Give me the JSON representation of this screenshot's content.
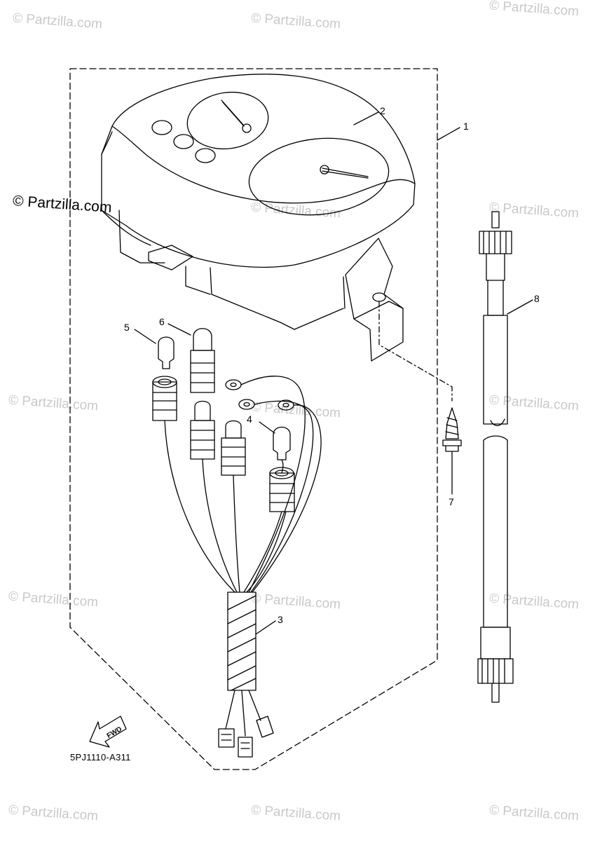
{
  "watermark": {
    "text": "© Partzilla.com",
    "main_text": "© Partzilla.com"
  },
  "diagram": {
    "code": "5PJ1110-A311",
    "fwd_label": "FWD"
  },
  "callouts": [
    {
      "id": "1",
      "label": "1"
    },
    {
      "id": "2",
      "label": "2"
    },
    {
      "id": "3",
      "label": "3"
    },
    {
      "id": "4",
      "label": "4"
    },
    {
      "id": "5",
      "label": "5"
    },
    {
      "id": "6",
      "label": "6"
    },
    {
      "id": "7",
      "label": "7"
    },
    {
      "id": "8",
      "label": "8"
    }
  ],
  "colors": {
    "line": "#000000",
    "watermark": "#c9c9c9",
    "background": "#ffffff"
  }
}
